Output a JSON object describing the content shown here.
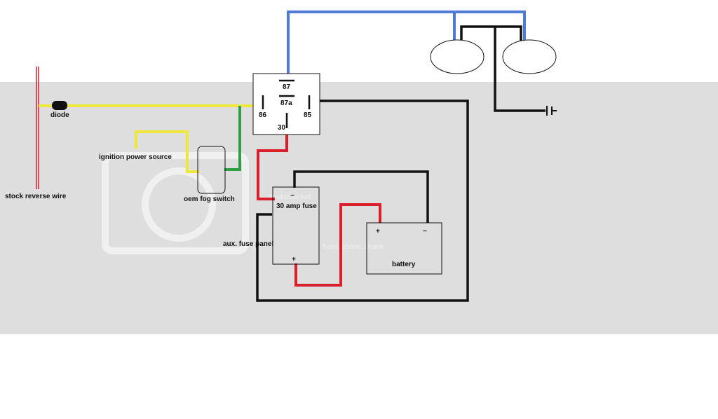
{
  "colors": {
    "band": "#dedede",
    "blue_wire": "#4f7ad6",
    "yellow_wire": "#f0e63c",
    "red_wire": "#d81f2a",
    "green_wire": "#2ea043",
    "black_wire": "#111111",
    "reverse_wire": "#cc2233"
  },
  "labels": {
    "diode": "diode",
    "stock_reverse_wire": "stock reverse wire",
    "ignition_power_source": "ignition power source",
    "oem_fog_switch": "oem fog switch",
    "aux_fuse_panel": "aux. fuse panel",
    "fuse": "30 amp fuse",
    "battery": "battery",
    "plus": "+",
    "minus": "−"
  },
  "relay": {
    "pin_87": "87",
    "pin_87a": "87a",
    "pin_86": "86",
    "pin_85": "85",
    "pin_30": "30"
  },
  "watermark": {
    "brand": "photobucket",
    "tagline": "host. store. share."
  }
}
